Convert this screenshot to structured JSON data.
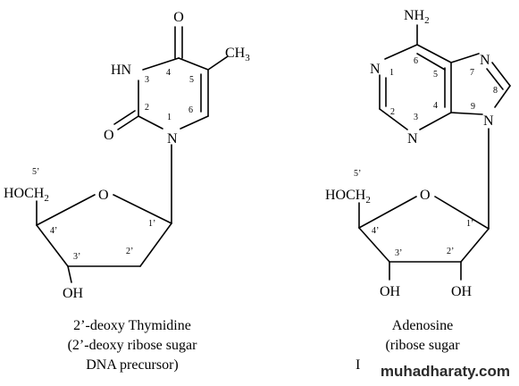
{
  "thymidine": {
    "atoms": {
      "o4": "O",
      "ch3": "CH",
      "ch3_sub": "3",
      "hn": "HN",
      "o2": "O",
      "n1": "N",
      "ring_o": "O",
      "hoch": "HOCH",
      "hoch_sub": "2",
      "oh": "OH"
    },
    "base_numbers": {
      "n1": "1",
      "n2": "2",
      "n3": "3",
      "n4": "4",
      "n5": "5",
      "n6": "6"
    },
    "sugar_numbers": {
      "c1": "1’",
      "c2": "2’",
      "c3": "3’",
      "c4": "4’",
      "c5": "5’"
    },
    "caption": [
      "2’-deoxy Thymidine",
      "(2’-deoxy ribose sugar",
      "DNA precursor)"
    ]
  },
  "adenosine": {
    "atoms": {
      "nh": "NH",
      "nh_sub": "2",
      "n1": "N",
      "n3": "N",
      "n7": "N",
      "n9": "N",
      "ring_o": "O",
      "hoch": "HOCH",
      "hoch_sub": "2",
      "oh3": "OH",
      "oh2": "OH"
    },
    "base_numbers": {
      "n1": "1",
      "n2": "2",
      "n3": "3",
      "n4": "4",
      "n5": "5",
      "n6": "6",
      "n7": "7",
      "n8": "8",
      "n9": "9"
    },
    "sugar_numbers": {
      "c1": "1’",
      "c2": "2’",
      "c3": "3’",
      "c4": "4’",
      "c5": "5’"
    },
    "caption": [
      "Adenosine",
      "(ribose sugar",
      "I"
    ]
  },
  "watermark": "muhadharaty.com"
}
